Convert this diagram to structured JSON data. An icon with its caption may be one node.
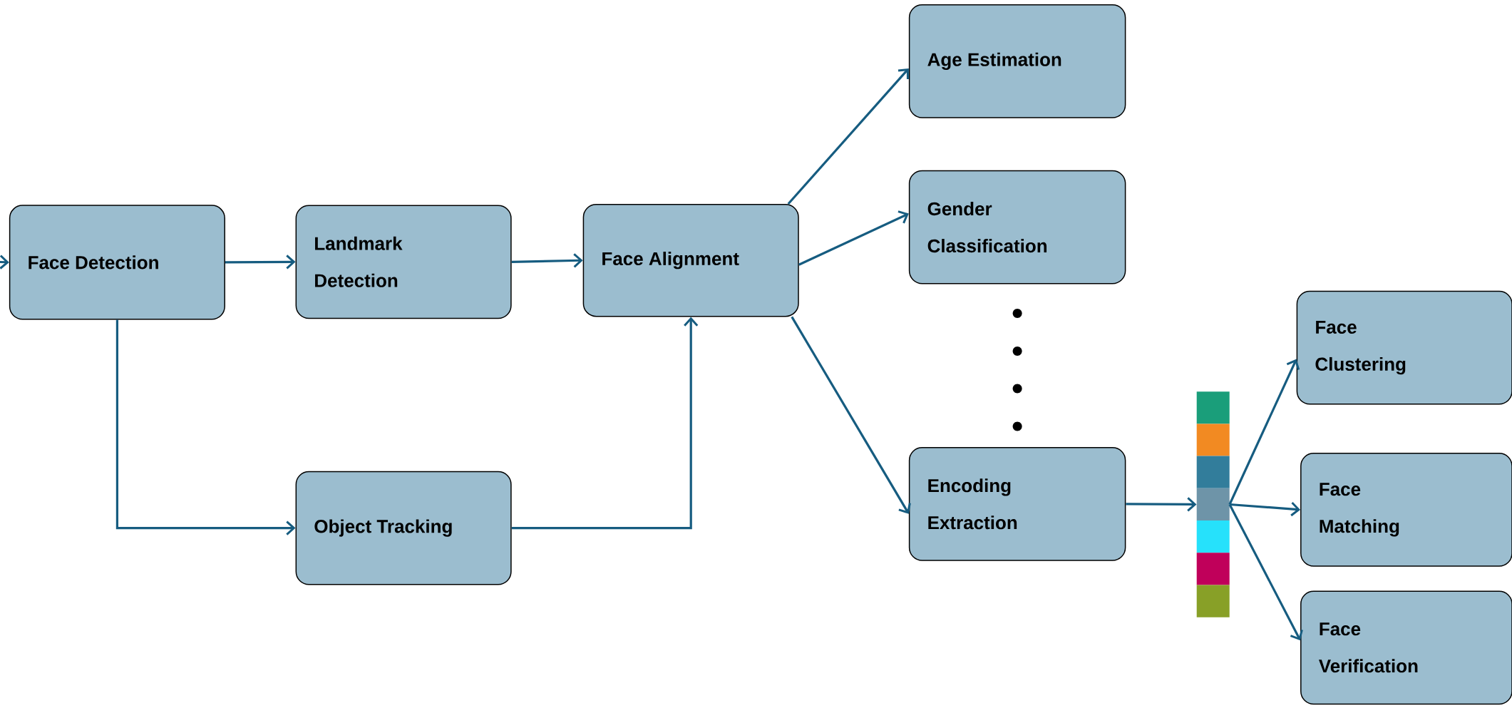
{
  "diagram": {
    "nodes": [
      {
        "text": [
          "Face Detection"
        ]
      },
      {
        "text": [
          "Landmark Detection"
        ]
      },
      {
        "text": [
          "Face Alignment"
        ]
      },
      {
        "text": [
          "Object Tracking"
        ]
      },
      {
        "text": [
          "Age Estimation"
        ]
      },
      {
        "text": [
          "Gender Classification"
        ]
      },
      {
        "text": [
          "Encoding Extraction"
        ]
      },
      {
        "text": [],
        "shape": "bar"
      },
      {
        "text": [
          "Face Clustering"
        ]
      },
      {
        "text": [
          "Face Matching"
        ]
      },
      {
        "text": [
          "Face Verification"
        ]
      }
    ],
    "edges": [
      {
        "from": null,
        "to": 0,
        "arrow": "to"
      },
      {
        "from": 0,
        "to": 1,
        "arrow": "to"
      },
      {
        "from": 1,
        "to": 2,
        "arrow": "to"
      },
      {
        "from": 0,
        "to": 3,
        "arrow": "to"
      },
      {
        "from": 3,
        "to": 2,
        "arrow": "to"
      },
      {
        "from": 2,
        "to": 4,
        "arrow": "to"
      },
      {
        "from": 2,
        "to": 5,
        "arrow": "to"
      },
      {
        "from": 2,
        "to": 6,
        "arrow": "to"
      },
      {
        "from": 6,
        "to": 7,
        "arrow": "to"
      },
      {
        "from": 7,
        "to": 8,
        "arrow": "to"
      },
      {
        "from": 7,
        "to": 9,
        "arrow": "to"
      },
      {
        "from": 7,
        "to": 10,
        "arrow": "to"
      }
    ]
  }
}
